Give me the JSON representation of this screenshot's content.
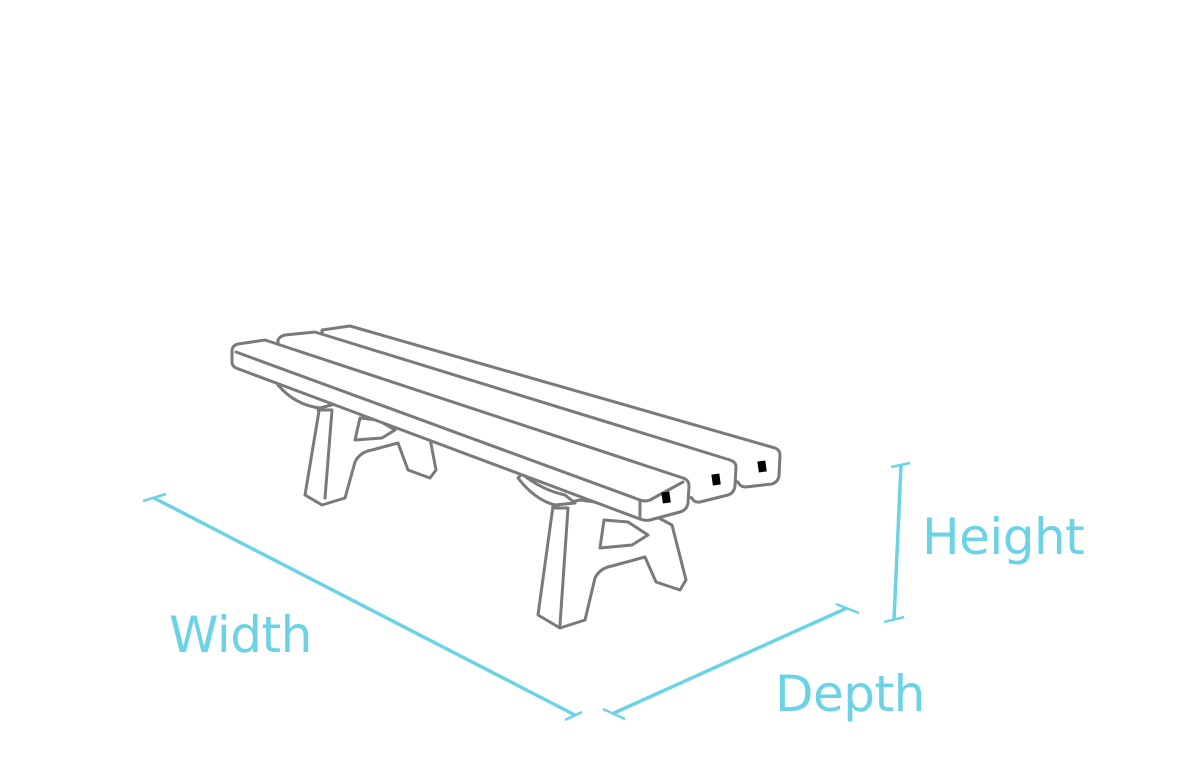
{
  "diagram": {
    "subject": "Bench",
    "colors": {
      "background": "#ffffff",
      "outline": "#7a7a7a",
      "dimension": "#6cd3e7"
    },
    "dimensions": {
      "width": {
        "label": "Width"
      },
      "height": {
        "label": "Height"
      },
      "depth": {
        "label": "Depth"
      }
    },
    "bench": {
      "slats": 3,
      "legs": 2
    }
  }
}
